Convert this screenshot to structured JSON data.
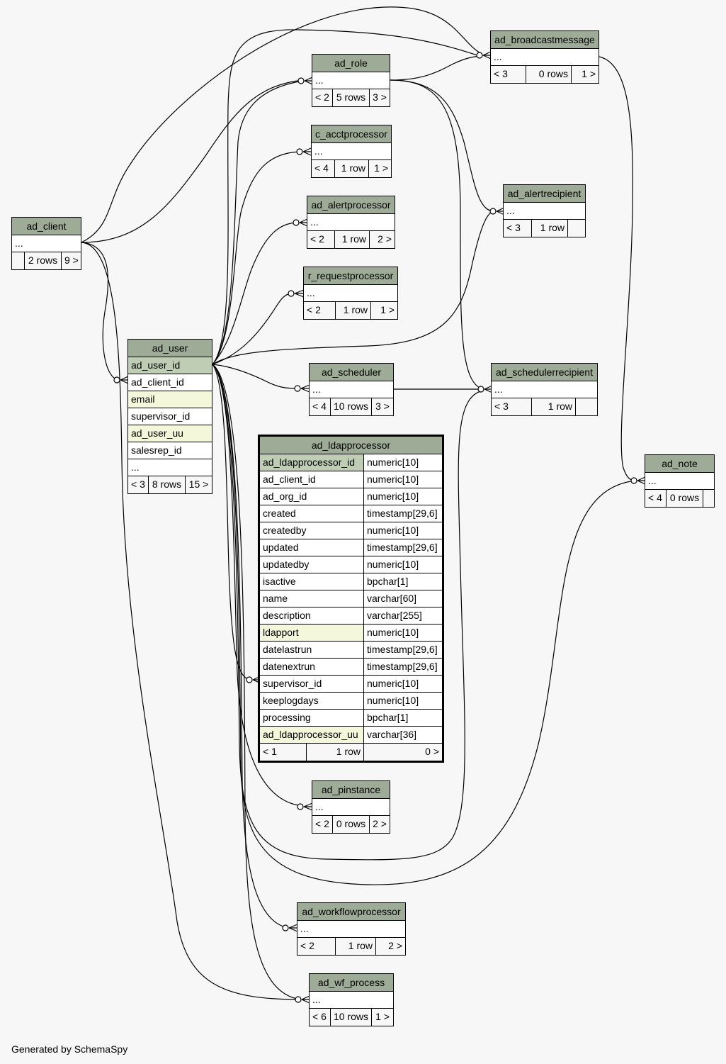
{
  "footer_text": "Generated by SchemaSpy",
  "colors": {
    "header": "#9eab96",
    "primary_key": "#bfcdb5",
    "indexed": "#f4f7da",
    "background": "#f7f7f7"
  },
  "tables": {
    "ad_client": {
      "name": "ad_client",
      "row": "...",
      "foot": [
        "",
        "2 rows",
        "9 >"
      ]
    },
    "ad_user": {
      "name": "ad_user",
      "columns": [
        "ad_user_id",
        "ad_client_id",
        "email",
        "supervisor_id",
        "ad_user_uu",
        "salesrep_id",
        "..."
      ],
      "foot": [
        "< 3",
        "8 rows",
        "15 >"
      ]
    },
    "ad_broadcastmessage": {
      "name": "ad_broadcastmessage",
      "row": "...",
      "foot": [
        "< 3",
        "0 rows",
        "1 >"
      ]
    },
    "ad_role": {
      "name": "ad_role",
      "row": "...",
      "foot": [
        "< 2",
        "5 rows",
        "3 >"
      ]
    },
    "c_acctprocessor": {
      "name": "c_acctprocessor",
      "row": "...",
      "foot": [
        "< 4",
        "1 row",
        "1 >"
      ]
    },
    "ad_alertprocessor": {
      "name": "ad_alertprocessor",
      "row": "...",
      "foot": [
        "< 2",
        "1 row",
        "2 >"
      ]
    },
    "r_requestprocessor": {
      "name": "r_requestprocessor",
      "row": "...",
      "foot": [
        "< 2",
        "1 row",
        "1 >"
      ]
    },
    "ad_alertrecipient": {
      "name": "ad_alertrecipient",
      "row": "...",
      "foot": [
        "< 3",
        "1 row",
        ""
      ]
    },
    "ad_scheduler": {
      "name": "ad_scheduler",
      "row": "...",
      "foot": [
        "< 4",
        "10 rows",
        "3 >"
      ]
    },
    "ad_schedulerrecipient": {
      "name": "ad_schedulerrecipient",
      "row": "...",
      "foot": [
        "< 3",
        "1 row",
        ""
      ]
    },
    "ad_note": {
      "name": "ad_note",
      "row": "...",
      "foot": [
        "< 4",
        "0 rows",
        ""
      ]
    },
    "ad_pinstance": {
      "name": "ad_pinstance",
      "row": "...",
      "foot": [
        "< 2",
        "0 rows",
        "2 >"
      ]
    },
    "ad_workflowprocessor": {
      "name": "ad_workflowprocessor",
      "row": "...",
      "foot": [
        "< 2",
        "1 row",
        "2 >"
      ]
    },
    "ad_wf_process": {
      "name": "ad_wf_process",
      "row": "...",
      "foot": [
        "< 6",
        "10 rows",
        "1 >"
      ]
    },
    "ad_ldapprocessor": {
      "name": "ad_ldapprocessor",
      "columns": [
        {
          "name": "ad_ldapprocessor_id",
          "type": "numeric[10]"
        },
        {
          "name": "ad_client_id",
          "type": "numeric[10]"
        },
        {
          "name": "ad_org_id",
          "type": "numeric[10]"
        },
        {
          "name": "created",
          "type": "timestamp[29,6]"
        },
        {
          "name": "createdby",
          "type": "numeric[10]"
        },
        {
          "name": "updated",
          "type": "timestamp[29,6]"
        },
        {
          "name": "updatedby",
          "type": "numeric[10]"
        },
        {
          "name": "isactive",
          "type": "bpchar[1]"
        },
        {
          "name": "name",
          "type": "varchar[60]"
        },
        {
          "name": "description",
          "type": "varchar[255]"
        },
        {
          "name": "ldapport",
          "type": "numeric[10]"
        },
        {
          "name": "datelastrun",
          "type": "timestamp[29,6]"
        },
        {
          "name": "datenextrun",
          "type": "timestamp[29,6]"
        },
        {
          "name": "supervisor_id",
          "type": "numeric[10]"
        },
        {
          "name": "keeplogdays",
          "type": "numeric[10]"
        },
        {
          "name": "processing",
          "type": "bpchar[1]"
        },
        {
          "name": "ad_ldapprocessor_uu",
          "type": "varchar[36]"
        }
      ],
      "foot": [
        "< 1",
        "1 row",
        "0 >"
      ]
    }
  }
}
